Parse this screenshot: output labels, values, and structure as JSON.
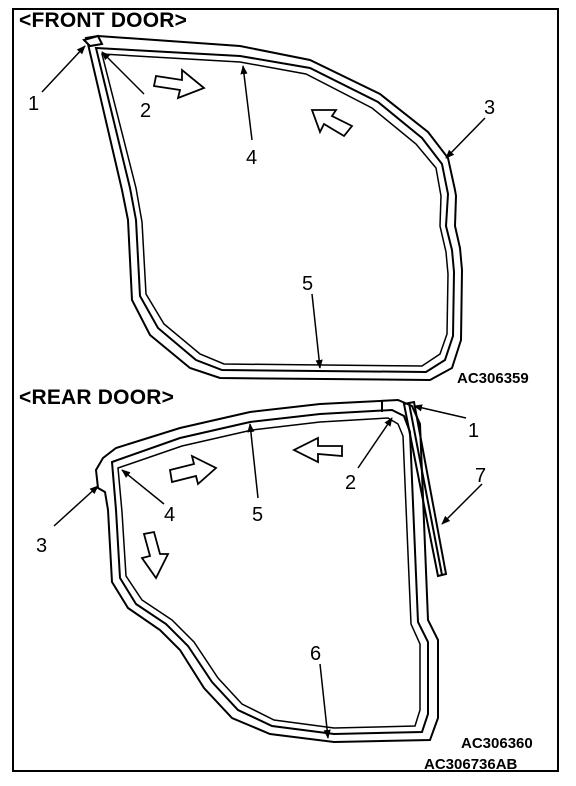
{
  "front": {
    "title": "<FRONT DOOR>",
    "code": "AC306359",
    "callouts": [
      "1",
      "2",
      "3",
      "4",
      "5"
    ]
  },
  "rear": {
    "title": "<REAR DOOR>",
    "code": "AC306360",
    "callouts": [
      "1",
      "2",
      "3",
      "4",
      "5",
      "6",
      "7"
    ]
  },
  "figure_code": "AC306736AB"
}
